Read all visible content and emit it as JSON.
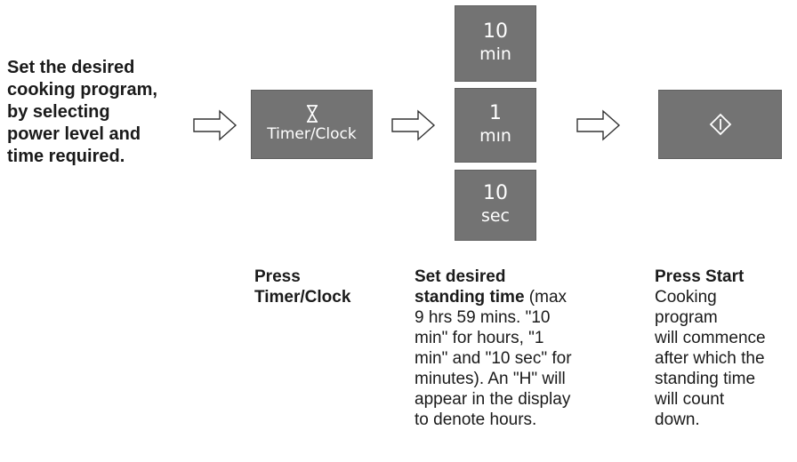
{
  "intro_lines": [
    "Set the desired",
    "cooking program,",
    "by selecting",
    "power level and",
    "time required."
  ],
  "keys": {
    "timer": {
      "icon": "hourglass-icon",
      "label": "Timer/Clock"
    },
    "ten_min": {
      "value": "10",
      "unit": "min"
    },
    "one_min": {
      "value": "1",
      "unit": "mın"
    },
    "ten_sec": {
      "value": "10",
      "unit": "sec"
    },
    "start": {
      "icon": "start-diamond-icon"
    }
  },
  "captions": {
    "step1": {
      "title_lines": [
        "Press",
        "Timer/Clock"
      ]
    },
    "step2": {
      "title_line1": "Set desired",
      "title_line2_bold": "standing time",
      "title_line2_rest": " (max",
      "body_lines": [
        "9 hrs 59 mins. \"10",
        "min\" for hours, \"1",
        "min\" and \"10 sec\" for",
        "minutes). An \"H\" will",
        "appear in the display",
        "to denote hours."
      ]
    },
    "step3": {
      "title": "Press Start",
      "body_lines": [
        "Cooking",
        "program",
        "will commence",
        "after which the",
        "standing time",
        "will count",
        "down."
      ]
    }
  },
  "colors": {
    "key_bg": "#737373",
    "key_text": "#ffffff",
    "arrow_stroke": "#333333"
  }
}
